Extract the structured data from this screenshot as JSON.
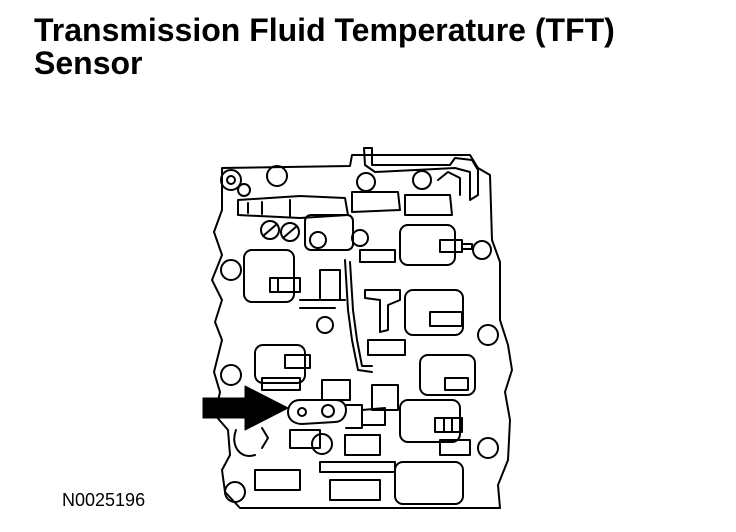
{
  "figure": {
    "title_line1": "Transmission Fluid Temperature (TFT)",
    "title_line2": "Sensor",
    "reference_number": "N0025196"
  },
  "illustration": {
    "subject": "transmission-valve-body",
    "callout": "arrow-pointing-to-sensor",
    "line_color": "#000000",
    "fill_color": "#ffffff"
  }
}
